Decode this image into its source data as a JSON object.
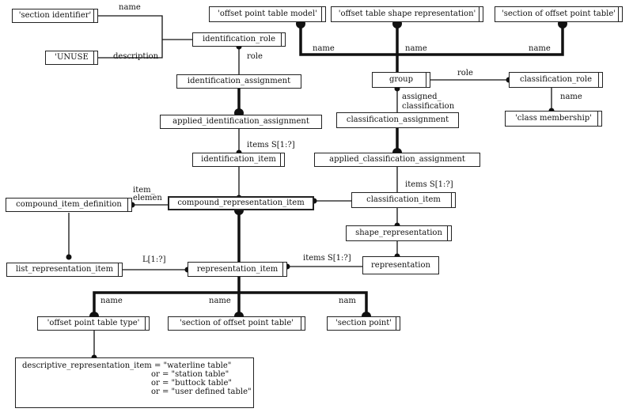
{
  "boxes": {
    "section_identifier": "'section identifier'",
    "unuse": "'UNUSE",
    "identification_role": "identification_role",
    "identification_assignment": "identification_assignment",
    "applied_identification_assignment": "applied_identification_assignment",
    "identification_item": "identification_item",
    "compound_item_definition": "compound_item_definition",
    "compound_representation_item": "compound_representation_item",
    "list_representation_item": "list_representation_item",
    "representation_item": "representation_item",
    "offset_point_table_model": "'offset point table model'",
    "offset_table_shape_representation": "'offset table shape representation'",
    "section_of_offset_point_table_top": "'section of offset point table'",
    "group": "group",
    "classification_role": "classification_role",
    "class_membership": "'class membership'",
    "classification_assignment": "classification_assignment",
    "applied_classification_assignment": "applied_classification_assignment",
    "classification_item": "classification_item",
    "shape_representation": "shape_representation",
    "representation": "representation",
    "offset_point_table_type": "'offset point table type'",
    "section_of_offset_point_table_bottom": "'section of offset point table'",
    "section_point": "'section point'"
  },
  "labels": {
    "name_1": "name",
    "description": "description",
    "role_1": "role",
    "items_s_1": "items S[1:?]",
    "item_element_1": "item_",
    "item_element_2": "elemen",
    "l_1": "L[1:?]",
    "items_s_2": "items S[1:?]",
    "name_2": "name",
    "name_3": "name",
    "name_4": "name",
    "role_2": "role",
    "assigned_1": "assigned_",
    "assigned_2": "classification",
    "name_5": "name",
    "items_s_3": "items S[1:?]",
    "name_6": "name",
    "name_7": "name",
    "name_8": "nam"
  },
  "enumeration": {
    "line1": "descriptive_representation_item = \"waterline table\"",
    "line2": "or = \"station table\"",
    "line3": "or = \"buttock table\"",
    "line4": "or = \"user defined table\""
  }
}
